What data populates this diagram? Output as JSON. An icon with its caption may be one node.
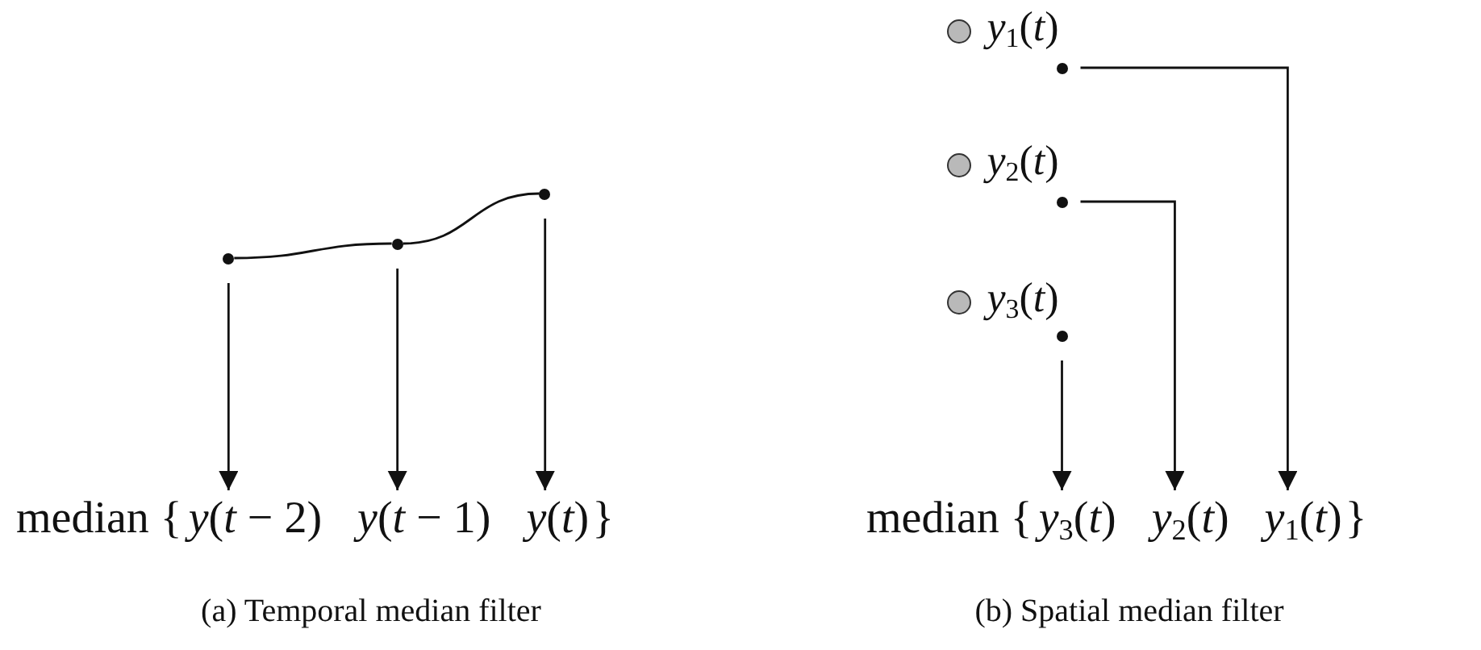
{
  "diagram": {
    "nodes": [
      {
        "text": [],
        "shape": "dot"
      },
      {
        "text": [],
        "shape": "dot"
      },
      {
        "text": [],
        "shape": "dot"
      },
      {
        "text": [
          "*y*(*t* − 2)"
        ]
      },
      {
        "text": [
          "*y*(*t* − 1)"
        ]
      },
      {
        "text": [
          "*y*(*t*)"
        ]
      },
      {
        "text": [],
        "shape": "circle",
        "beside": [
          "*y*$_{1}$(*t*)"
        ]
      },
      {
        "text": [],
        "shape": "dot"
      },
      {
        "text": [],
        "shape": "circle",
        "beside": [
          "*y*$_{2}$(*t*)"
        ]
      },
      {
        "text": [],
        "shape": "dot"
      },
      {
        "text": [],
        "shape": "circle",
        "beside": [
          "*y*$_{3}$(*t*)"
        ]
      },
      {
        "text": [],
        "shape": "dot"
      },
      {
        "text": [
          "*y*$_{3}$(*t*)"
        ]
      },
      {
        "text": [
          "*y*$_{2}$(*t*)"
        ]
      },
      {
        "text": [
          "*y*$_{1}$(*t*)"
        ]
      }
    ],
    "edges": [
      {
        "from": 0,
        "to": 1,
        "arrow": "none"
      },
      {
        "from": 1,
        "to": 2,
        "arrow": "none"
      },
      {
        "from": 0,
        "to": 3,
        "arrow": "to"
      },
      {
        "from": 1,
        "to": 4,
        "arrow": "to"
      },
      {
        "from": 2,
        "to": 5,
        "arrow": "to"
      },
      {
        "from": 7,
        "to": 14,
        "arrow": "to"
      },
      {
        "from": 9,
        "to": 13,
        "arrow": "to"
      },
      {
        "from": 11,
        "to": 12,
        "arrow": "to"
      }
    ],
    "labels": [
      "median {",
      "}",
      "median {",
      "}",
      "(a) Temporal median filter",
      "(b) Spatial median filter"
    ]
  }
}
